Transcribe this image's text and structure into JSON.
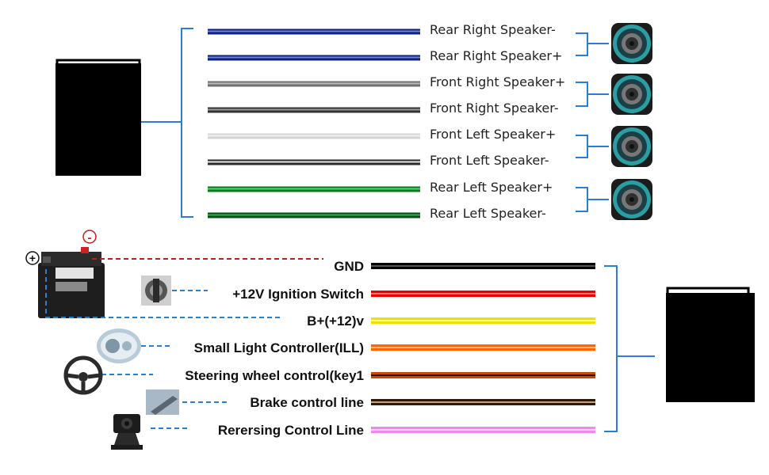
{
  "speaker_wires": [
    {
      "label": "Rear Right Speaker-",
      "color": "#0d1f80",
      "shade": "#6f82d6"
    },
    {
      "label": "Rear Right Speaker+",
      "color": "#0d1f80",
      "shade": "#6f82d6"
    },
    {
      "label": "Front Right Speaker+",
      "color": "#707070",
      "shade": "#b8b8b8"
    },
    {
      "label": "Front Right Speaker-",
      "color": "#333333",
      "shade": "#9a9a9a"
    },
    {
      "label": "Front Left Speaker+",
      "color": "#d4d4d4",
      "shade": "#f2f2f2"
    },
    {
      "label": "Front Left Speaker-",
      "color": "#2a2a2a",
      "shade": "#e8e8e8"
    },
    {
      "label": "Rear Left Speaker+",
      "color": "#0a7a1e",
      "shade": "#5ccf6e"
    },
    {
      "label": "Rear Left Speaker-",
      "color": "#04501a",
      "shade": "#3aa84d"
    }
  ],
  "power_wires": [
    {
      "label": "GND",
      "color": "#000000",
      "shade": "#555555"
    },
    {
      "label": "+12V Ignition Switch",
      "color": "#ee0000",
      "shade": "#ff7070"
    },
    {
      "label": "B+(+12)v",
      "color": "#f0e000",
      "shade": "#fffb90"
    },
    {
      "label": "Small Light Controller(ILL)",
      "color": "#ff6600",
      "shade": "#ffb070"
    },
    {
      "label": "Steering wheel control(key1",
      "color": "#cc4a00",
      "shade": "#2a1000"
    },
    {
      "label": "Brake control line",
      "color": "#2b1a0c",
      "shade": "#c7a27a"
    },
    {
      "label": "Rerersing Control Line",
      "color": "#ee88ee",
      "shade": "#ffd0ff"
    }
  ],
  "battery": {
    "minus_symbol": "-",
    "plus_symbol": "+"
  },
  "colors": {
    "bracket": "#2a7fd4",
    "gnd_dash": "#cc1a1a",
    "connector": "#000000"
  },
  "icons": [
    "harness-connector-icon",
    "speaker-icon",
    "battery-icon",
    "ignition-key-icon",
    "headlight-icon",
    "steering-wheel-icon",
    "brake-pedal-icon",
    "reverse-camera-icon"
  ]
}
